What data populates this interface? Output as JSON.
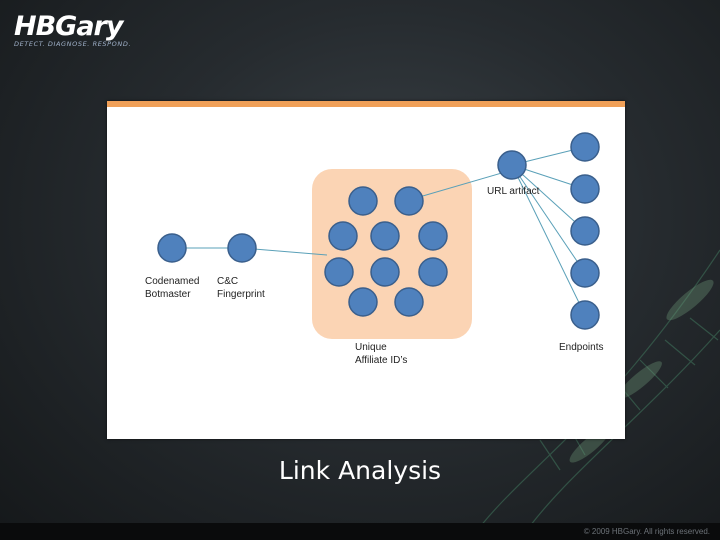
{
  "brand": {
    "logo_text": "HBGary",
    "tagline": "DETECT. DIAGNOSE. RESPOND."
  },
  "diagram": {
    "labels": {
      "botmaster": "Codenamed\nBotmaster",
      "cc": "C&C\nFingerprint",
      "affiliate": "Unique\nAffiliate ID’s",
      "url": "URL artifact",
      "endpoints": "Endpoints"
    },
    "colors": {
      "node_fill": "#4f81bd",
      "node_stroke": "#3a5f8c",
      "group_fill": "#fbd4b4",
      "header_bar": "#f0a058"
    }
  },
  "slide": {
    "title": "Link Analysis",
    "copyright": "© 2009 HBGary.  All rights reserved."
  }
}
